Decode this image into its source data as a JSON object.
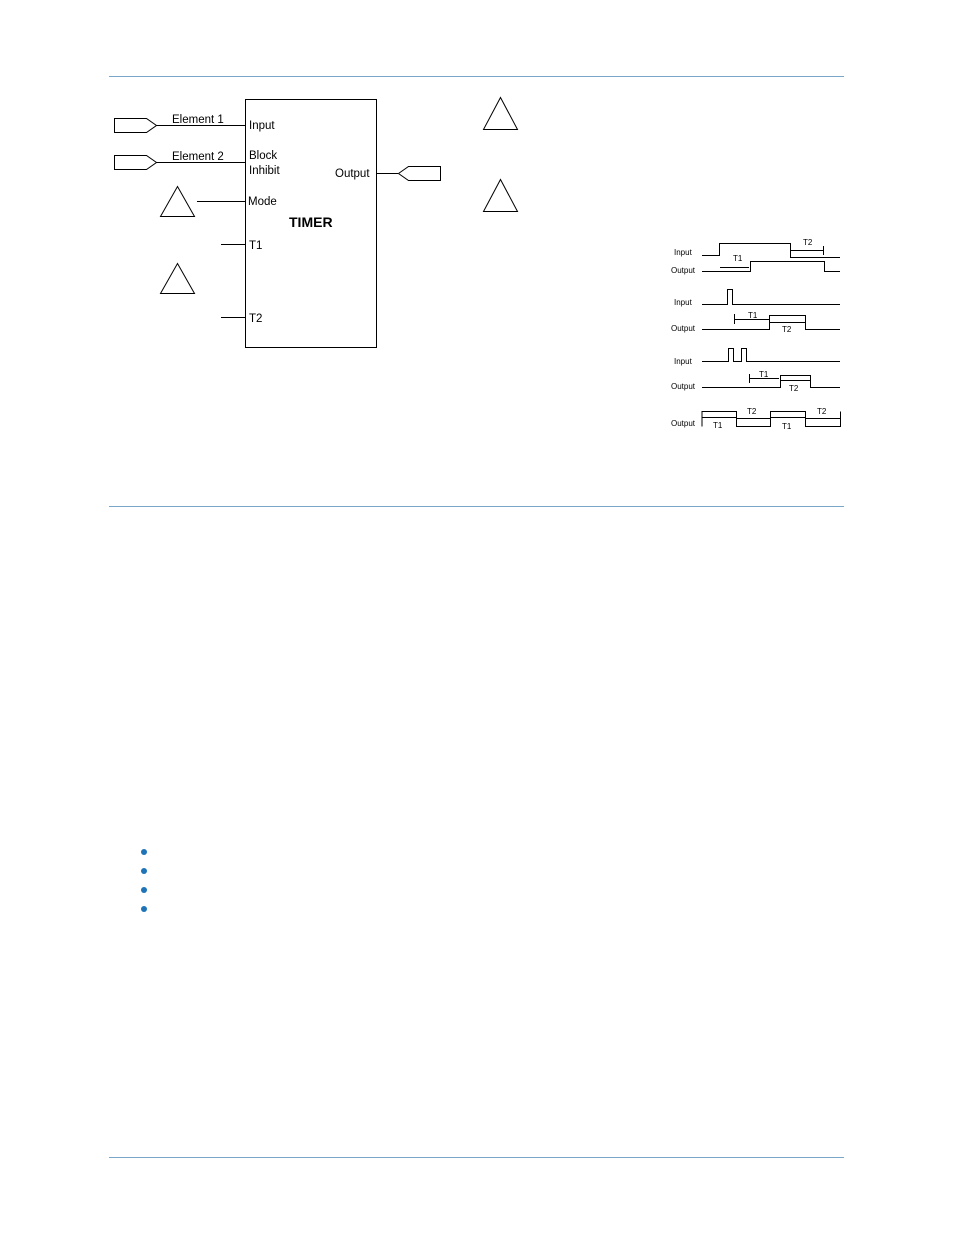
{
  "block": {
    "title": "TIMER",
    "inputs": {
      "input": "Input",
      "block": "Block",
      "inhibit": "Inhibit",
      "mode": "Mode",
      "t1": "T1",
      "t2": "T2"
    },
    "output": "Output"
  },
  "sources": {
    "element1": "Element 1",
    "element2": "Element 2"
  },
  "timing": {
    "input": "Input",
    "output": "Output",
    "t1": "T1",
    "t2": "T2"
  },
  "bullets": [
    "",
    "",
    "",
    ""
  ],
  "colors": {
    "rule": "#7aa7c7",
    "bullet": "#1f73b7"
  }
}
